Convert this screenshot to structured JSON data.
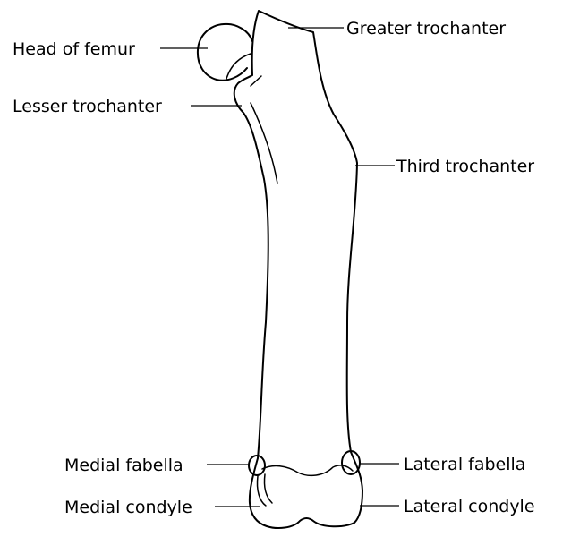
{
  "diagram": {
    "labels": {
      "head_of_femur": "Head of femur",
      "greater_trochanter": "Greater trochanter",
      "lesser_trochanter": "Lesser trochanter",
      "third_trochanter": "Third trochanter",
      "medial_fabella": "Medial fabella",
      "lateral_fabella": "Lateral fabella",
      "medial_condyle": "Medial condyle",
      "lateral_condyle": "Lateral condyle"
    },
    "colors": {
      "line": "#000000",
      "background": "#ffffff"
    }
  }
}
